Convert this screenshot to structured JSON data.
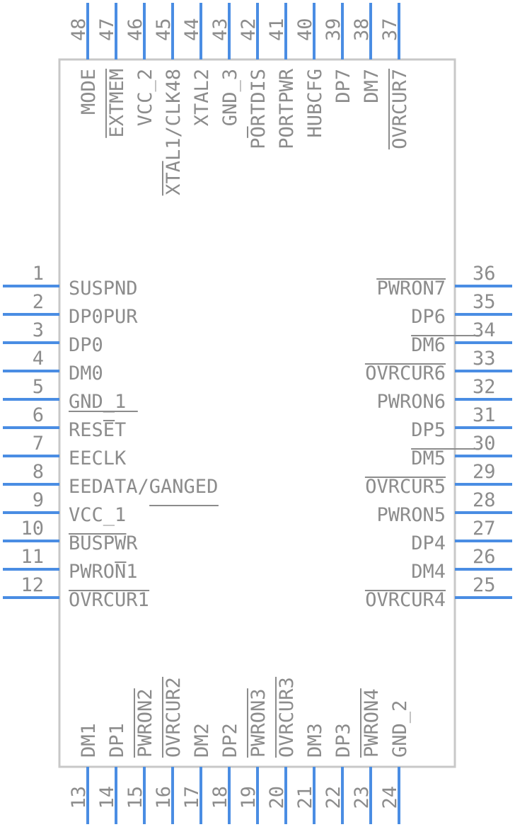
{
  "colors": {
    "body_stroke": "#c8c8c8",
    "pin": "#4a8de3",
    "text": "#8c8c8c"
  },
  "left_pins": [
    {
      "num": "1",
      "label": "SUSPND"
    },
    {
      "num": "2",
      "label": "DP0PUR"
    },
    {
      "num": "3",
      "label": "DP0"
    },
    {
      "num": "4",
      "label": "DM0"
    },
    {
      "num": "5",
      "label": "GND_1"
    },
    {
      "num": "6",
      "label": "RESET"
    },
    {
      "num": "7",
      "label": "EECLK"
    },
    {
      "num": "8",
      "label": "EEDATA/GANGED"
    },
    {
      "num": "9",
      "label": "VCC_1"
    },
    {
      "num": "10",
      "label": "BUSPWR"
    },
    {
      "num": "11",
      "label": "PWRON1"
    },
    {
      "num": "12",
      "label": "OVRCUR1"
    }
  ],
  "bottom_pins": [
    {
      "num": "13",
      "label": "DM1"
    },
    {
      "num": "14",
      "label": "DP1"
    },
    {
      "num": "15",
      "label": "PWRON2"
    },
    {
      "num": "16",
      "label": "OVRCUR2"
    },
    {
      "num": "17",
      "label": "DM2"
    },
    {
      "num": "18",
      "label": "DP2"
    },
    {
      "num": "19",
      "label": "PWRON3"
    },
    {
      "num": "20",
      "label": "OVRCUR3"
    },
    {
      "num": "21",
      "label": "DM3"
    },
    {
      "num": "22",
      "label": "DP3"
    },
    {
      "num": "23",
      "label": "PWRON4"
    },
    {
      "num": "24",
      "label": "GND_2"
    }
  ],
  "right_pins": [
    {
      "num": "25",
      "label": "OVRCUR4"
    },
    {
      "num": "26",
      "label": "DM4"
    },
    {
      "num": "27",
      "label": "DP4"
    },
    {
      "num": "28",
      "label": "PWRON5"
    },
    {
      "num": "29",
      "label": "OVRCUR5"
    },
    {
      "num": "30",
      "label": "DM5"
    },
    {
      "num": "31",
      "label": "DP5"
    },
    {
      "num": "32",
      "label": "PWRON6"
    },
    {
      "num": "33",
      "label": "OVRCUR6"
    },
    {
      "num": "34",
      "label": "DM6"
    },
    {
      "num": "35",
      "label": "DP6"
    },
    {
      "num": "36",
      "label": "PWRON7"
    }
  ],
  "top_pins": [
    {
      "num": "37",
      "label": "OVRCUR7"
    },
    {
      "num": "38",
      "label": "DM7"
    },
    {
      "num": "39",
      "label": "DP7"
    },
    {
      "num": "40",
      "label": "HUBCFG"
    },
    {
      "num": "41",
      "label": "PORTPWR"
    },
    {
      "num": "42",
      "label": "PORTDIS"
    },
    {
      "num": "43",
      "label": "GND_3"
    },
    {
      "num": "44",
      "label": "XTAL2"
    },
    {
      "num": "45",
      "label": "XTAL1/CLK48"
    },
    {
      "num": "46",
      "label": "VCC_2"
    },
    {
      "num": "47",
      "label": "EXTMEM"
    },
    {
      "num": "48",
      "label": "MODE"
    }
  ]
}
